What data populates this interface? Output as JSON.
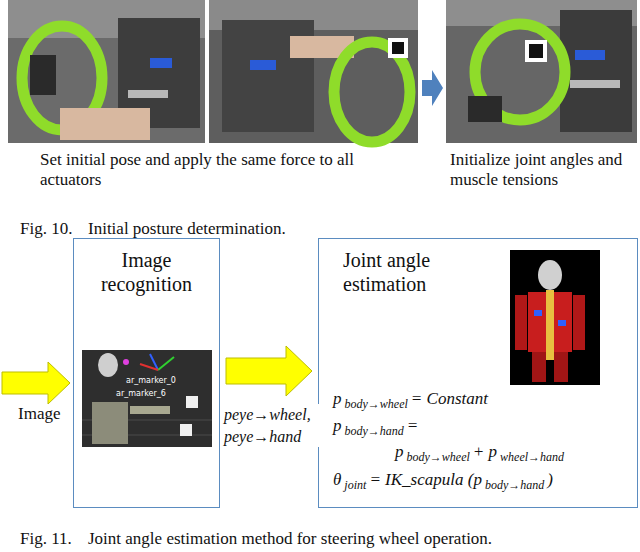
{
  "diagram": {
    "nodes": [
      {
        "text": [
          "Image recognition"
        ]
      },
      {
        "text": [
          "Joint angle estimation",
          "p",
          "body→wheel",
          "= Constant",
          "p",
          "body→hand",
          "=",
          "p",
          "body→wheel",
          "+ p",
          "wheel→hand",
          "θ",
          "joint",
          "= IK_scapula (p",
          "body→hand",
          ")"
        ]
      }
    ],
    "edges": [
      {
        "from": 0,
        "to": 1,
        "arrow": "to",
        "label": "peye→wheel, peye→hand"
      }
    ],
    "labels": [
      "Set initial pose and apply the same force to all actuators",
      "Initialize joint angles and muscle tensions",
      "Fig. 10.",
      "Initial posture determination.",
      "Image",
      "ar_marker_0",
      "ar_marker_6",
      "Fig. 11.",
      "Joint angle estimation method for steering wheel operation."
    ]
  }
}
